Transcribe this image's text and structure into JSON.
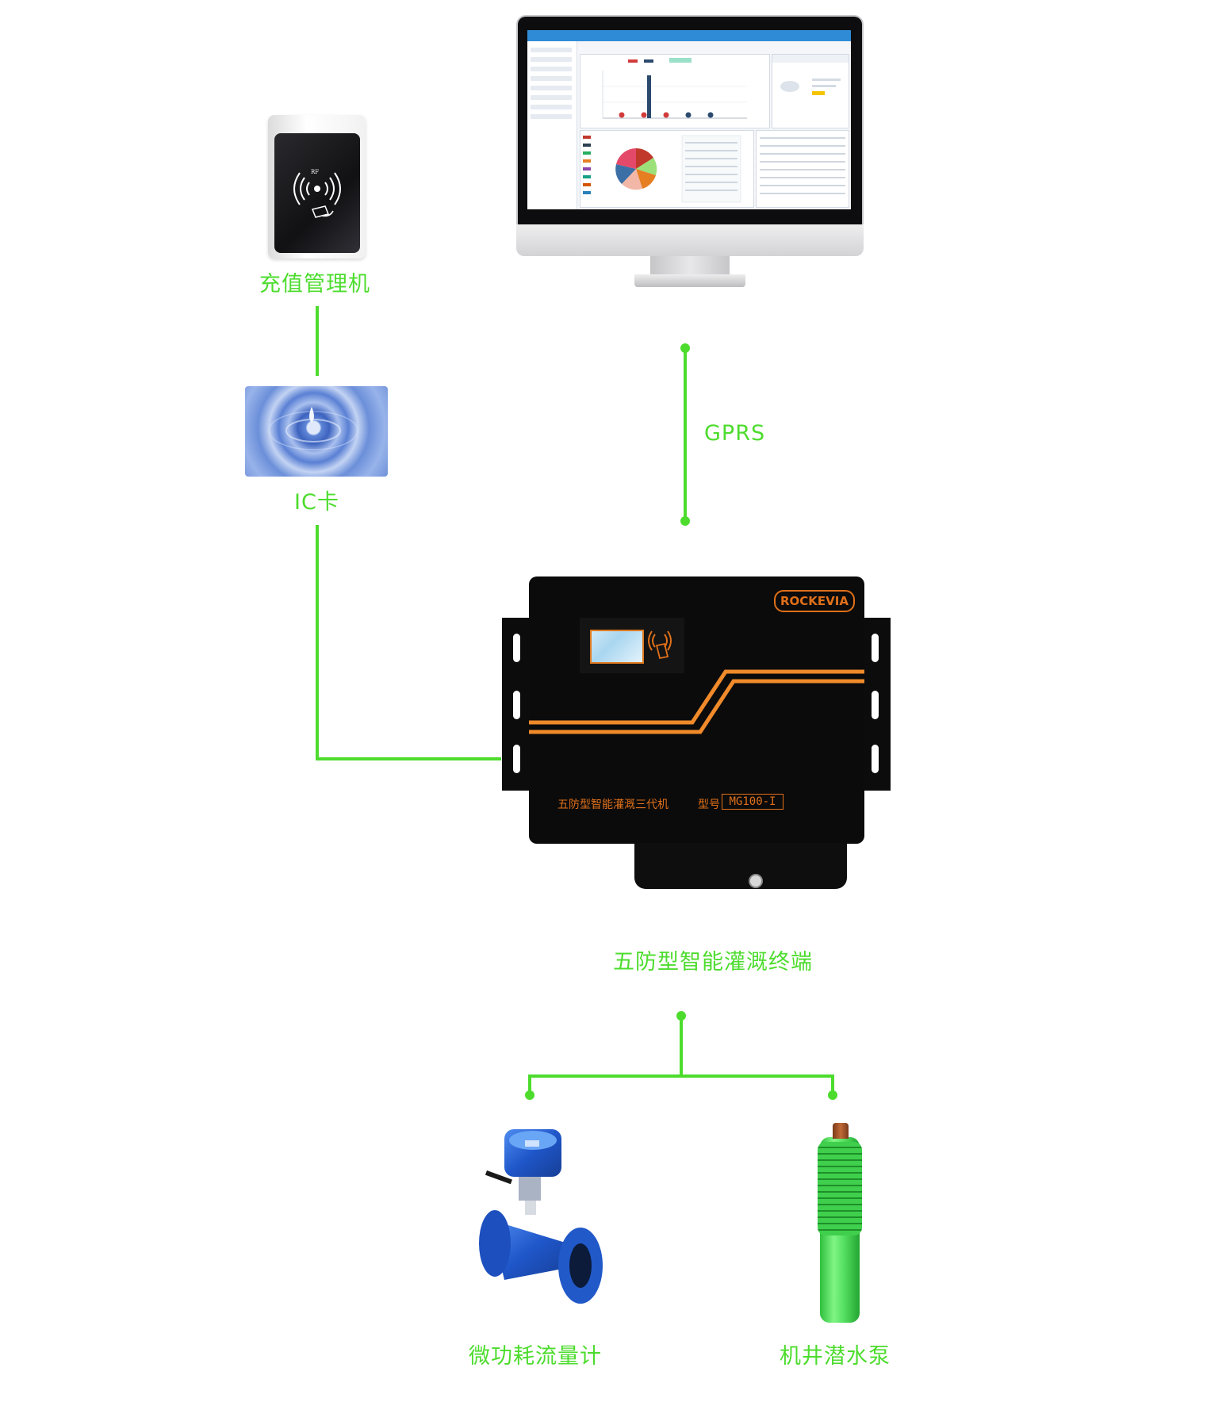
{
  "labels": {
    "recharge": "充值管理机",
    "ic_card": "IC卡",
    "gprs": "GPRS",
    "terminal": "五防型智能灌溉终端",
    "flowmeter": "微功耗流量计",
    "pump": "机井潜水泵"
  },
  "device": {
    "brand": "ROCKEVIA",
    "name": "五防型智能灌溉三代机",
    "model_label": "型号",
    "model": "MG100-I"
  },
  "reader": {
    "rf_label": "RF"
  },
  "colors": {
    "connector": "#4ddc2e",
    "device_accent": "#e0701a",
    "device_body": "#0b0b0b"
  }
}
